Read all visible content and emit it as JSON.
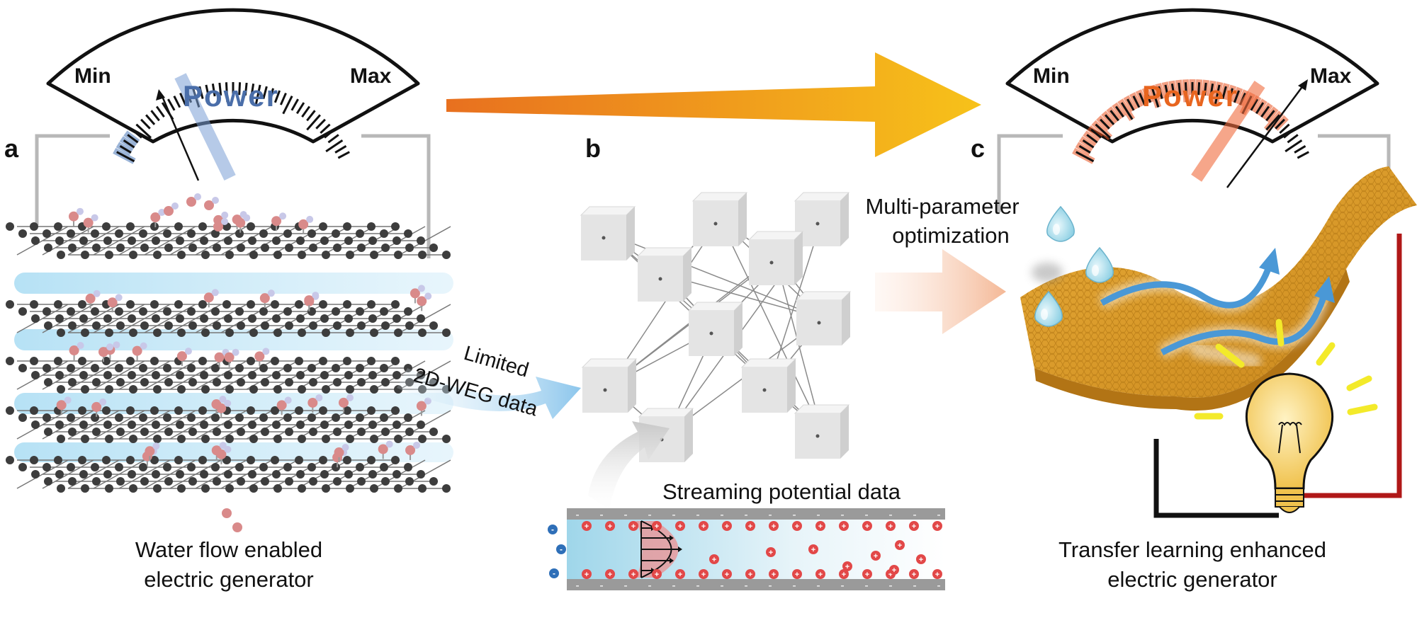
{
  "panels": {
    "a": {
      "letter": "a",
      "caption_line1": "Water flow enabled",
      "caption_line2": "electric generator",
      "gauge": {
        "min_label": "Min",
        "max_label": "Max",
        "word": "Power",
        "level": 0.08,
        "accent": "#4a78b8"
      }
    },
    "b": {
      "letter": "b",
      "input_line1": "Limited",
      "input_line2": "2D-WEG data",
      "streaming_label": "Streaming potential data",
      "optimization_line1": "Multi-parameter",
      "optimization_line2": "optimization"
    },
    "c": {
      "letter": "c",
      "caption_line1": "Transfer learning enhanced",
      "caption_line2": "electric generator",
      "gauge": {
        "min_label": "Min",
        "max_label": "Max",
        "word": "Power",
        "level": 0.88,
        "accent": "#e8521f"
      }
    }
  },
  "colors": {
    "arrow_start": "#e8701f",
    "arrow_end": "#f7c21a",
    "graphene_carbon": "#3d3d3d",
    "oxygen": "#d98a8a",
    "hydrogen": "#c8c8e8",
    "water_flow": "#9fd3ef",
    "sheet": "#d99a2a",
    "bulb": "#f6cf6a",
    "wire_red": "#b01818"
  },
  "icons": [
    "power-gauge-icon",
    "neural-network-icon",
    "nanochannel-icon",
    "graphene-stack-icon",
    "water-drop-icon",
    "light-bulb-icon"
  ]
}
